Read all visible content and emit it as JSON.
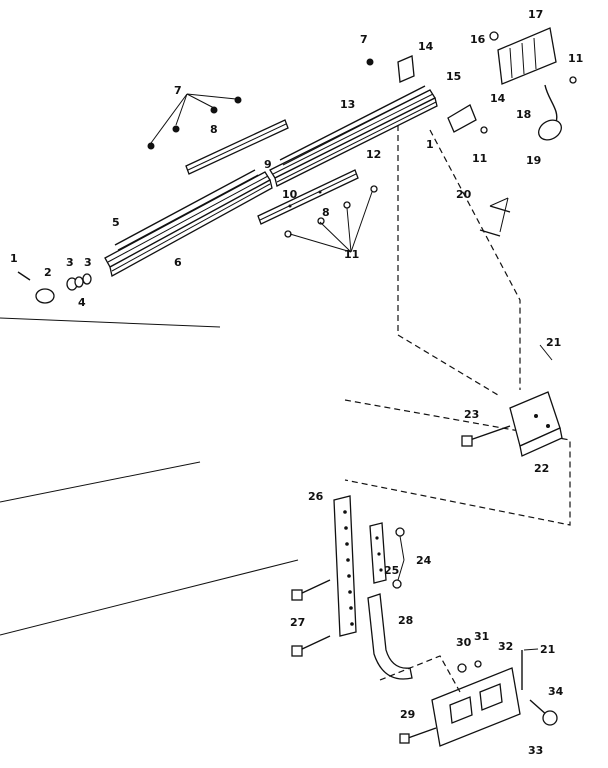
{
  "callouts": [
    "1",
    "2",
    "3",
    "4",
    "3",
    "5",
    "6",
    "7",
    "8",
    "7",
    "14",
    "13",
    "9",
    "10",
    "8",
    "11",
    "12",
    "15",
    "14",
    "1",
    "11",
    "16",
    "17",
    "11",
    "18",
    "19",
    "20",
    "21",
    "23",
    "22",
    "26",
    "25",
    "24",
    "27",
    "28",
    "30",
    "31",
    "32",
    "21",
    "29",
    "33",
    "34"
  ]
}
